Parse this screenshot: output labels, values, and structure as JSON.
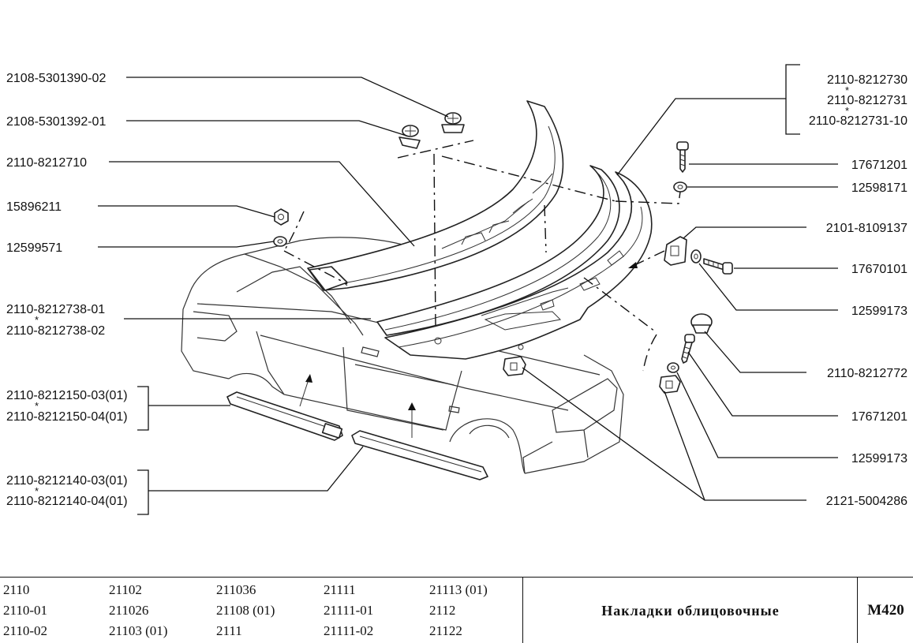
{
  "labels_left": [
    {
      "id": "l1",
      "text": "2108-5301390-02"
    },
    {
      "id": "l2",
      "text": "2108-5301392-01"
    },
    {
      "id": "l3",
      "text": "2110-8212710"
    },
    {
      "id": "l4",
      "text": "15896211"
    },
    {
      "id": "l5",
      "text": "12599571"
    },
    {
      "id": "l6a",
      "text": "2110-8212738-01"
    },
    {
      "id": "l6b",
      "text": "2110-8212738-02"
    },
    {
      "id": "l7a",
      "text": "2110-8212150-03(01)"
    },
    {
      "id": "l7b",
      "text": "2110-8212150-04(01)"
    },
    {
      "id": "l8a",
      "text": "2110-8212140-03(01)"
    },
    {
      "id": "l8b",
      "text": "2110-8212140-04(01)"
    }
  ],
  "labels_right": [
    {
      "id": "r1a",
      "text": "2110-8212730"
    },
    {
      "id": "r1b",
      "text": "2110-8212731"
    },
    {
      "id": "r1c",
      "text": "2110-8212731-10"
    },
    {
      "id": "r2",
      "text": "17671201"
    },
    {
      "id": "r3",
      "text": "12598171"
    },
    {
      "id": "r4",
      "text": "2101-8109137"
    },
    {
      "id": "r5",
      "text": "17670101"
    },
    {
      "id": "r6",
      "text": "12599173"
    },
    {
      "id": "r7",
      "text": "2110-8212772"
    },
    {
      "id": "r8",
      "text": "17671201"
    },
    {
      "id": "r9",
      "text": "12599173"
    },
    {
      "id": "r10",
      "text": "2121-5004286"
    }
  ],
  "separator_mark": "*",
  "footer": {
    "models": [
      [
        "2110",
        "2110-01",
        "2110-02"
      ],
      [
        "21102",
        "211026",
        "21103 (01)"
      ],
      [
        "211036",
        "21108 (01)",
        "2111"
      ],
      [
        "21111",
        "21111-01",
        "21111-02"
      ],
      [
        "21113 (01)",
        "2112",
        "21122"
      ]
    ],
    "title": "Накладки облицовочные",
    "code": "M420"
  }
}
